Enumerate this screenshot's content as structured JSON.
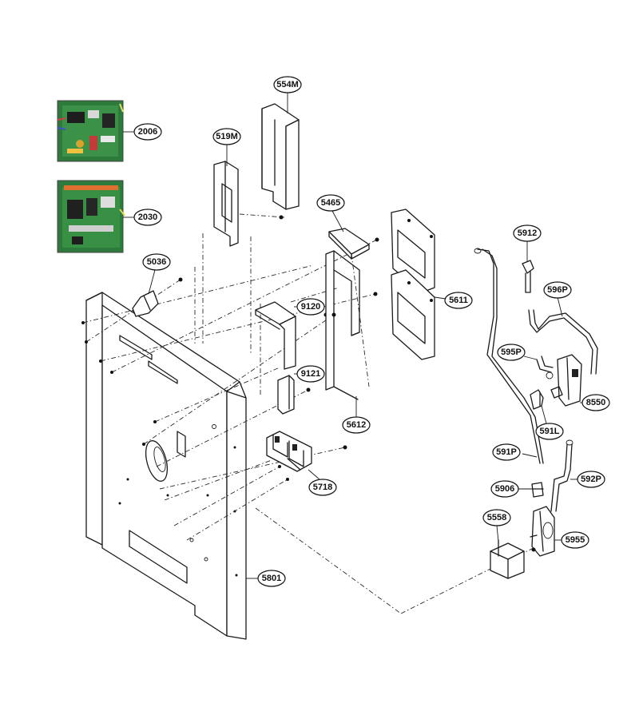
{
  "callouts": {
    "c2006": "2006",
    "c2030": "2030",
    "c554M": "554M",
    "c519M": "519M",
    "c5465": "5465",
    "c5036": "5036",
    "c9120": "9120",
    "c9121": "9121",
    "c5611": "5611",
    "c5612": "5612",
    "c5718": "5718",
    "c5801": "5801",
    "c5912": "5912",
    "c596P": "596P",
    "c595P": "595P",
    "c8550": "8550",
    "c591L": "591L",
    "c591P": "591P",
    "c592P": "592P",
    "c5906": "5906",
    "c5558": "5558",
    "c5955": "5955"
  },
  "colors": {
    "pcb_green": "#2e7a3c",
    "line": "#1a1a1a"
  }
}
